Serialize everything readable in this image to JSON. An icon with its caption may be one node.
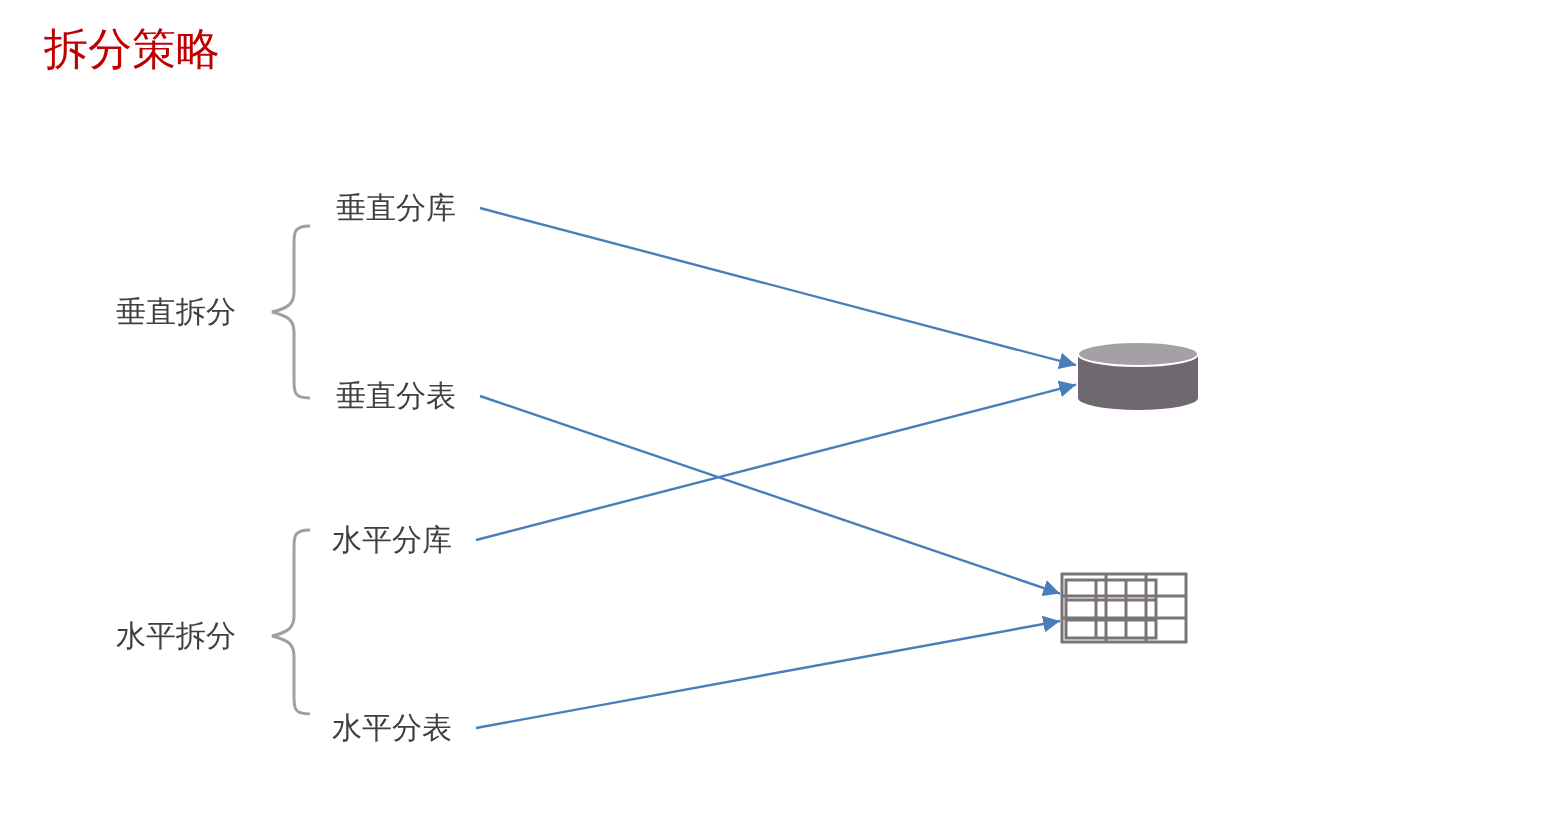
{
  "diagram": {
    "title": "拆分策略",
    "nodes": [
      {
        "text": [
          "垂直分库"
        ]
      },
      {
        "text": [
          "垂直分表"
        ]
      },
      {
        "text": [
          "水平分库"
        ]
      },
      {
        "text": [
          "水平分表"
        ]
      },
      {
        "text": [],
        "shape": "cylinder"
      },
      {
        "text": [],
        "shape": "table"
      }
    ],
    "edges": [
      {
        "from": 0,
        "to": 4,
        "arrow": "to"
      },
      {
        "from": 1,
        "to": 5,
        "arrow": "to"
      },
      {
        "from": 2,
        "to": 4,
        "arrow": "to"
      },
      {
        "from": 3,
        "to": 5,
        "arrow": "to"
      }
    ],
    "labels": [
      "垂直拆分",
      "水平拆分"
    ]
  }
}
